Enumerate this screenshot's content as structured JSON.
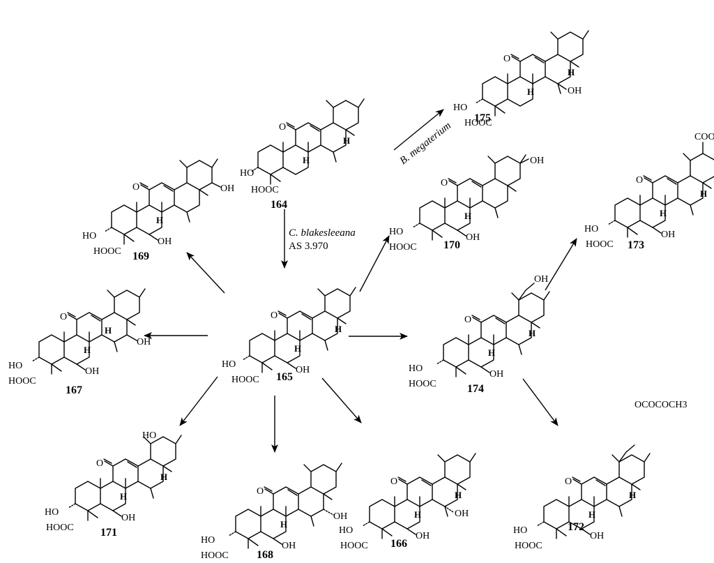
{
  "diagram": {
    "compounds": [
      {
        "id": "164",
        "label": "164",
        "top_group": "",
        "extra_groups": [],
        "hydroxyls": []
      },
      {
        "id": "165",
        "label": "165",
        "top_group": "",
        "extra_groups": [],
        "hydroxyls": [
          "OH"
        ]
      },
      {
        "id": "166",
        "label": "166",
        "top_group": "",
        "extra_groups": [],
        "hydroxyls": [
          "OH",
          "OH"
        ]
      },
      {
        "id": "167",
        "label": "167",
        "top_group": "",
        "extra_groups": [],
        "hydroxyls": [
          "OH",
          "OH"
        ]
      },
      {
        "id": "168",
        "label": "168",
        "top_group": "",
        "extra_groups": [],
        "hydroxyls": [
          "OH",
          "OH"
        ]
      },
      {
        "id": "169",
        "label": "169",
        "top_group": "",
        "extra_groups": [],
        "hydroxyls": [
          "OH",
          "OH"
        ]
      },
      {
        "id": "170",
        "label": "170",
        "top_group": "",
        "extra_groups": [],
        "hydroxyls": [
          "OH",
          "OH"
        ]
      },
      {
        "id": "171",
        "label": "171",
        "top_group": "HO",
        "extra_groups": [],
        "hydroxyls": [
          "OH"
        ]
      },
      {
        "id": "172",
        "label": "172",
        "top_group": "OCOCOCH3",
        "extra_groups": [],
        "hydroxyls": [
          "OH"
        ]
      },
      {
        "id": "173",
        "label": "173",
        "top_group": "COOH",
        "extra_groups": [],
        "hydroxyls": [
          "OH"
        ]
      },
      {
        "id": "174",
        "label": "174",
        "top_group": "OH",
        "extra_groups": [],
        "hydroxyls": [
          "OH"
        ]
      },
      {
        "id": "175",
        "label": "175",
        "top_group": "",
        "extra_groups": [],
        "hydroxyls": [
          "OH"
        ]
      }
    ],
    "common_groups": {
      "ketone": "O",
      "hydroxyl_a": "HO",
      "acid": "HOOC",
      "hydrogen": "H"
    },
    "conditions": {
      "fungus_name": "C. blakesleeana",
      "fungus_strain": "AS 3.970",
      "bacterium_name": "B. megaterium"
    },
    "arrows": [
      {
        "from": "164",
        "to": "165",
        "label": "C. blakesleeana AS 3.970"
      },
      {
        "from": "164",
        "to": "175",
        "label": "B. megaterium"
      },
      {
        "from": "165",
        "to": "169"
      },
      {
        "from": "165",
        "to": "167"
      },
      {
        "from": "165",
        "to": "171"
      },
      {
        "from": "165",
        "to": "168"
      },
      {
        "from": "165",
        "to": "166"
      },
      {
        "from": "165",
        "to": "170"
      },
      {
        "from": "165",
        "to": "174"
      },
      {
        "from": "174",
        "to": "173"
      },
      {
        "from": "174",
        "to": "172"
      }
    ]
  }
}
